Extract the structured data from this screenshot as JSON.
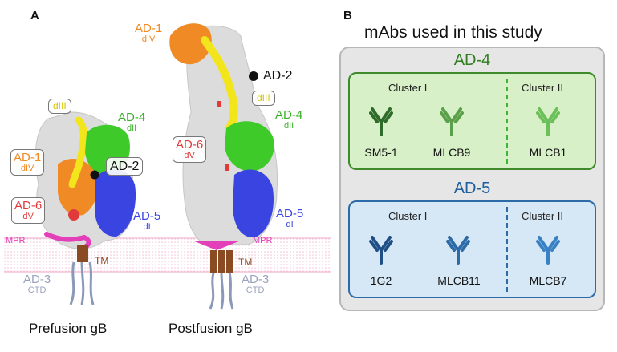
{
  "panelA": {
    "letter": "A",
    "prefusion_caption": "Prefusion gB",
    "postfusion_caption": "Postfusion gB",
    "labels": {
      "pre_ad1": {
        "main": "AD-1",
        "sub": "dIV"
      },
      "pre_dIII": "dIII",
      "pre_ad4": {
        "main": "AD-4",
        "sub": "dII"
      },
      "pre_ad2": "AD-2",
      "pre_ad6": {
        "main": "AD-6",
        "sub": "dV"
      },
      "pre_ad5": {
        "main": "AD-5",
        "sub": "dI"
      },
      "pre_mpr": "MPR",
      "pre_tm": "TM",
      "pre_ad3": {
        "main": "AD-3",
        "sub": "CTD"
      },
      "post_ad1": {
        "main": "AD-1",
        "sub": "dIV"
      },
      "post_ad2": "AD-2",
      "post_dIII": "dIII",
      "post_ad4": {
        "main": "AD-4",
        "sub": "dII"
      },
      "post_ad6": {
        "main": "AD-6",
        "sub": "dV"
      },
      "post_ad5": {
        "main": "AD-5",
        "sub": "dI"
      },
      "post_mpr": "MPR",
      "post_tm": "TM",
      "post_ad3": {
        "main": "AD-3",
        "sub": "CTD"
      }
    }
  },
  "panelB": {
    "letter": "B",
    "title": "mAbs used in this study",
    "ad4": {
      "title": "AD-4",
      "cluster1": "Cluster I",
      "cluster2": "Cluster II",
      "antibodies": [
        "SM5-1",
        "MLCB9",
        "MLCB1"
      ]
    },
    "ad5": {
      "title": "AD-5",
      "cluster1": "Cluster I",
      "cluster2": "Cluster II",
      "antibodies": [
        "1G2",
        "MLCB11",
        "MLCB7"
      ]
    }
  },
  "colors": {
    "ad4_green": "#2e7d1e",
    "ad4_bg": "#d8f0c8",
    "ad5_blue": "#1f5fa0",
    "ad5_bg": "#d6e8f6",
    "orange": "#f08a24",
    "yellow": "#f2e51c",
    "green_domain": "#3ecb2a",
    "blue_domain": "#3a44e0",
    "magenta": "#e23fb8",
    "brown": "#8a4a22",
    "red": "#e03a3a",
    "gray_ctd": "#8b99b8"
  }
}
